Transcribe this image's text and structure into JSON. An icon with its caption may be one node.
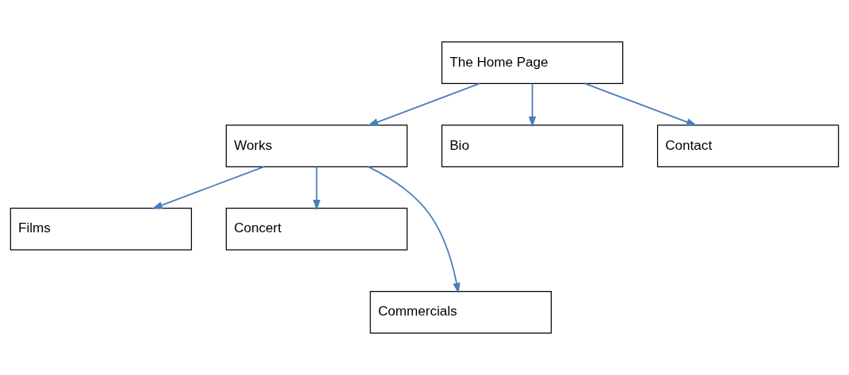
{
  "diagram": {
    "nodes": [
      {
        "text": [
          "The Home Page"
        ]
      },
      {
        "text": [
          "Works"
        ]
      },
      {
        "text": [
          "Bio"
        ]
      },
      {
        "text": [
          "Contact"
        ]
      },
      {
        "text": [
          "Films"
        ]
      },
      {
        "text": [
          "Concert"
        ]
      },
      {
        "text": [
          "Commercials"
        ]
      }
    ],
    "edges": [
      {
        "from": 0,
        "to": 1,
        "arrow": "to"
      },
      {
        "from": 0,
        "to": 2,
        "arrow": "to"
      },
      {
        "from": 0,
        "to": 3,
        "arrow": "to"
      },
      {
        "from": 1,
        "to": 4,
        "arrow": "to"
      },
      {
        "from": 1,
        "to": 6,
        "arrow": "to"
      },
      {
        "from": 1,
        "to": 5,
        "arrow": "to"
      }
    ]
  }
}
